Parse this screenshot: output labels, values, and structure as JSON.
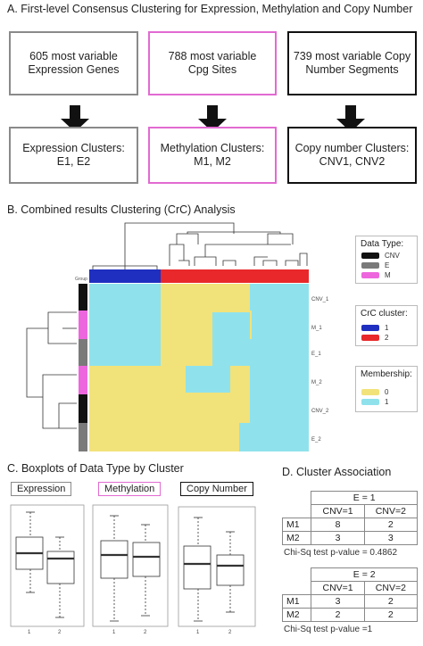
{
  "section_a": {
    "title": "A. First-level Consensus Clustering for Expression, Methylation and Copy Number",
    "top_boxes": [
      {
        "line1": "605 most variable",
        "line2": "Expression Genes"
      },
      {
        "line1": "788 most variable",
        "line2": "Cpg Sites"
      },
      {
        "line1": "739 most variable Copy",
        "line2": "Number Segments"
      }
    ],
    "bottom_boxes": [
      {
        "line1": "Expression Clusters:",
        "line2": "E1, E2"
      },
      {
        "line1": "Methylation Clusters:",
        "line2": "M1, M2"
      },
      {
        "line1": "Copy number Clusters:",
        "line2": "CNV1, CNV2"
      }
    ]
  },
  "section_b": {
    "title": "B. Combined results Clustering (CrC) Analysis",
    "group_label": "Group",
    "row_labels": [
      "CNV_1",
      "M_1",
      "E_1",
      "M_2",
      "CNV_2",
      "E_2"
    ],
    "legend_data_type": {
      "title": "Data Type:",
      "items": [
        "CNV",
        "E",
        "M"
      ]
    },
    "legend_crc": {
      "title": "CrC cluster:",
      "items": [
        "1",
        "2"
      ]
    },
    "legend_membership": {
      "title": "Membership:",
      "items": [
        "0",
        "1"
      ]
    },
    "colors": {
      "cnv": "#111111",
      "e": "#7a7a7a",
      "m": "#ee66dd",
      "cluster1": "#1f2fbf",
      "cluster2": "#e8282a",
      "member0": "#f2e27a",
      "member1": "#8fe2ec"
    }
  },
  "section_c": {
    "title": "C. Boxplots of Data Type by Cluster",
    "labels": [
      "Expression",
      "Methylation",
      "Copy Number"
    ],
    "x_ticks": [
      "1",
      "2"
    ]
  },
  "section_d": {
    "title": "D. Cluster Association",
    "tables": [
      {
        "header": "E = 1",
        "cols": [
          "CNV=1",
          "CNV=2"
        ],
        "rows": [
          {
            "label": "M1",
            "values": [
              "8",
              "2"
            ]
          },
          {
            "label": "M2",
            "values": [
              "3",
              "3"
            ]
          }
        ],
        "pvalue": "Chi-Sq test p-value = 0.4862"
      },
      {
        "header": "E = 2",
        "cols": [
          "CNV=1",
          "CNV=2"
        ],
        "rows": [
          {
            "label": "M1",
            "values": [
              "3",
              "2"
            ]
          },
          {
            "label": "M2",
            "values": [
              "2",
              "2"
            ]
          }
        ],
        "pvalue": "Chi-Sq test p-value =1"
      }
    ]
  }
}
